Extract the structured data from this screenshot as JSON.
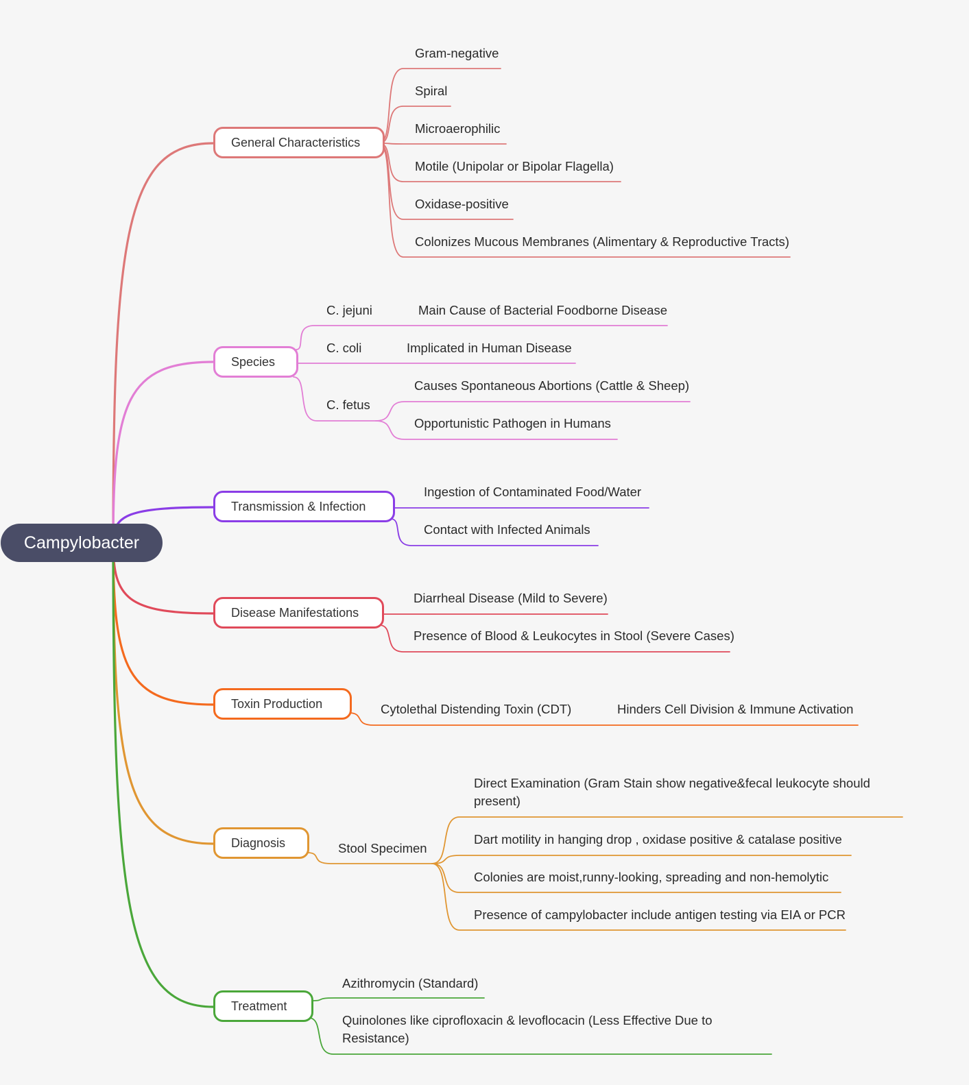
{
  "root": {
    "label": "Campylobacter",
    "color": "#4a4d67"
  },
  "branches": {
    "general": {
      "label": "General Characteristics",
      "color": "#dd7878",
      "items": [
        "Gram-negative",
        "Spiral",
        "Microaerophilic",
        "Motile (Unipolar or Bipolar Flagella)",
        "Oxidase-positive",
        "Colonizes Mucous Membranes (Alimentary & Reproductive Tracts)"
      ]
    },
    "species": {
      "label": "Species",
      "color": "#e27ed5",
      "items": [
        {
          "name": "C. jejuni",
          "details": [
            "Main Cause of Bacterial Foodborne Disease"
          ]
        },
        {
          "name": "C. coli",
          "details": [
            "Implicated in Human Disease"
          ]
        },
        {
          "name": "C. fetus",
          "details": [
            "Causes Spontaneous Abortions (Cattle & Sheep)",
            "Opportunistic Pathogen in Humans"
          ]
        }
      ]
    },
    "transmission": {
      "label": "Transmission & Infection",
      "color": "#8a3de6",
      "items": [
        "Ingestion of Contaminated Food/Water",
        "Contact with Infected Animals"
      ]
    },
    "disease": {
      "label": "Disease Manifestations",
      "color": "#e04a5a",
      "items": [
        "Diarrheal Disease (Mild to Severe)",
        "Presence of Blood & Leukocytes in Stool (Severe Cases)"
      ]
    },
    "toxin": {
      "label": "Toxin Production",
      "color": "#f46a1e",
      "items": [
        {
          "name": "Cytolethal Distending Toxin (CDT)",
          "details": [
            "Hinders Cell Division & Immune Activation"
          ]
        }
      ]
    },
    "diagnosis": {
      "label": "Diagnosis",
      "color": "#e09632",
      "items": [
        {
          "name": "Stool Specimen",
          "details": [
            "Direct Examination (Gram Stain show negative&fecal leukocyte should present)",
            "Dart motility in hanging drop , oxidase positive & catalase positive",
            "Colonies are moist,runny-looking, spreading and non-hemolytic",
            "Presence of campylobacter include antigen testing via EIA or PCR"
          ]
        }
      ]
    },
    "treatment": {
      "label": "Treatment",
      "color": "#4aa73a",
      "items": [
        "Azithromycin (Standard)",
        "Quinolones like ciprofloxacin & levoflocacin  (Less Effective Due to Resistance)"
      ]
    }
  }
}
